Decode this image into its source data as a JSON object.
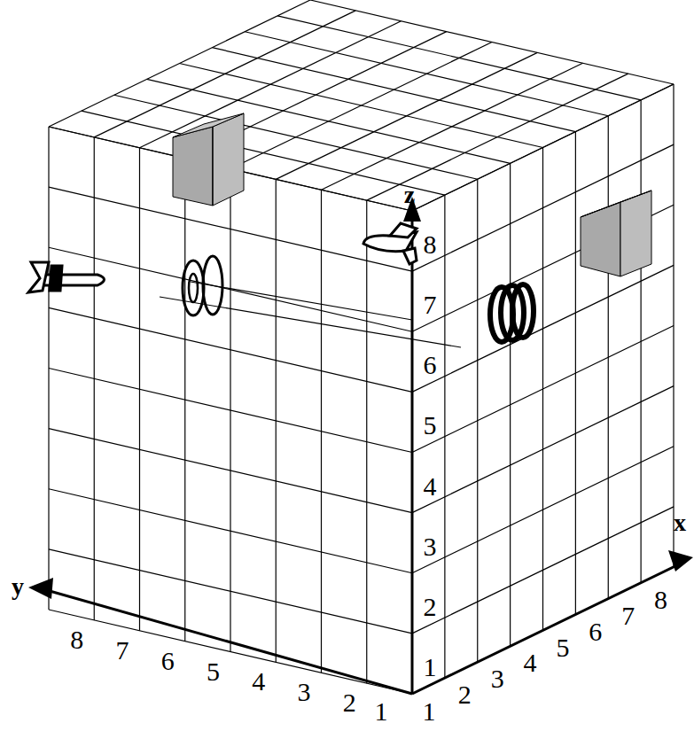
{
  "diagram": {
    "labels": [
      "z",
      "x",
      "y",
      "1",
      "2",
      "3",
      "4",
      "5",
      "6",
      "7",
      "8",
      "8",
      "7",
      "6",
      "5",
      "4",
      "3",
      "2",
      "1",
      "1",
      "2",
      "3",
      "4",
      "5",
      "6",
      "7",
      "8"
    ]
  }
}
